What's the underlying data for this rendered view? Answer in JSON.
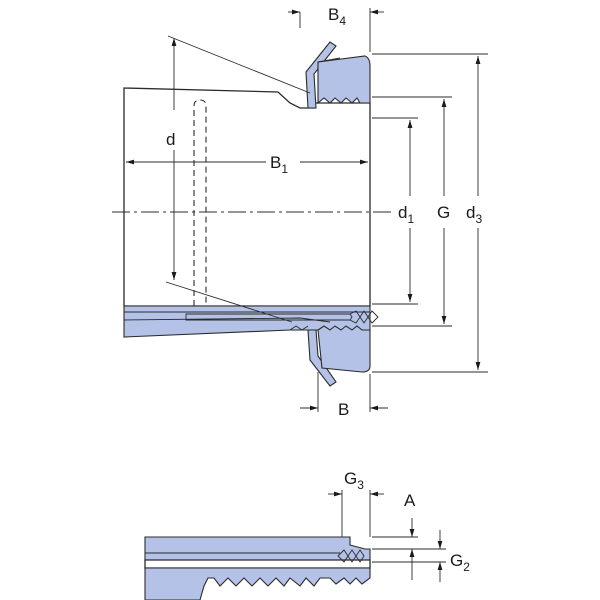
{
  "labels": {
    "B4": {
      "main": "B",
      "sub": "4"
    },
    "d": {
      "main": "d",
      "sub": ""
    },
    "B1": {
      "main": "B",
      "sub": "1"
    },
    "d1": {
      "main": "d",
      "sub": "1"
    },
    "G": {
      "main": "G",
      "sub": ""
    },
    "d3": {
      "main": "d",
      "sub": "3"
    },
    "B": {
      "main": "B",
      "sub": ""
    },
    "G3": {
      "main": "G",
      "sub": "3"
    },
    "A": {
      "main": "A",
      "sub": ""
    },
    "G2": {
      "main": "G",
      "sub": "2"
    }
  },
  "colors": {
    "fill": "#b3c2e6",
    "line": "#2b2b2b",
    "background": "#ffffff"
  }
}
